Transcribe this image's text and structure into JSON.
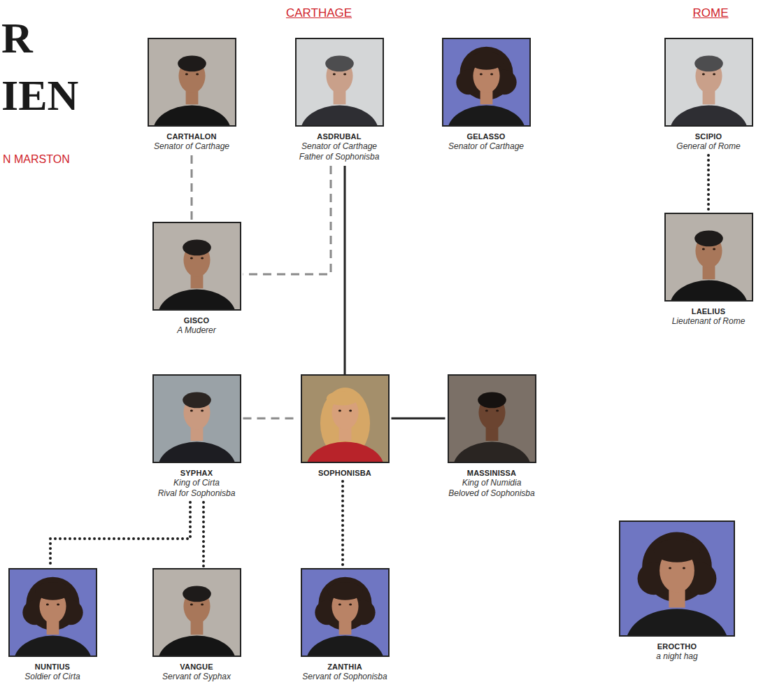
{
  "diagram": {
    "nodes": [
      {
        "text": [
          "CARTHALON",
          "Senator of Carthage"
        ]
      },
      {
        "text": [
          "ASDRUBAL",
          "Senator of Carthage",
          "Father of Sophonisba"
        ]
      },
      {
        "text": [
          "GELASSO",
          "Senator of Carthage"
        ]
      },
      {
        "text": [
          "SCIPIO",
          "General of Rome"
        ]
      },
      {
        "text": [
          "GISCO",
          "A Muderer"
        ]
      },
      {
        "text": [
          "LAELIUS",
          "Lieutenant of Rome"
        ]
      },
      {
        "text": [
          "SYPHAX",
          "King of Cirta",
          "Rival for Sophonisba"
        ]
      },
      {
        "text": [
          "SOPHONISBA"
        ]
      },
      {
        "text": [
          "MASSINISSA",
          "King of Numidia",
          "Beloved of Sophonisba"
        ]
      },
      {
        "text": [
          "NUNTIUS",
          "Soldier of Cirta"
        ]
      },
      {
        "text": [
          "VANGUE",
          "Servant of Syphax"
        ]
      },
      {
        "text": [
          "ZANTHIA",
          "Servant of Sophonisba"
        ]
      },
      {
        "text": [
          "EROCTHO",
          "a night hag"
        ]
      }
    ],
    "edges": [
      {
        "from": 0,
        "to": 4,
        "arrow": "none"
      },
      {
        "from": 1,
        "to": 4,
        "arrow": "none"
      },
      {
        "from": 1,
        "to": 7,
        "arrow": "none"
      },
      {
        "from": 3,
        "to": 5,
        "arrow": "none"
      },
      {
        "from": 6,
        "to": 7,
        "arrow": "none"
      },
      {
        "from": 7,
        "to": 8,
        "arrow": "none"
      },
      {
        "from": 6,
        "to": 9,
        "arrow": "none"
      },
      {
        "from": 6,
        "to": 10,
        "arrow": "none"
      },
      {
        "from": 7,
        "to": 11,
        "arrow": "none"
      }
    ],
    "labels": [
      "R",
      "IEN",
      "N MARSTON",
      "CARTHAGE",
      "ROME"
    ]
  }
}
